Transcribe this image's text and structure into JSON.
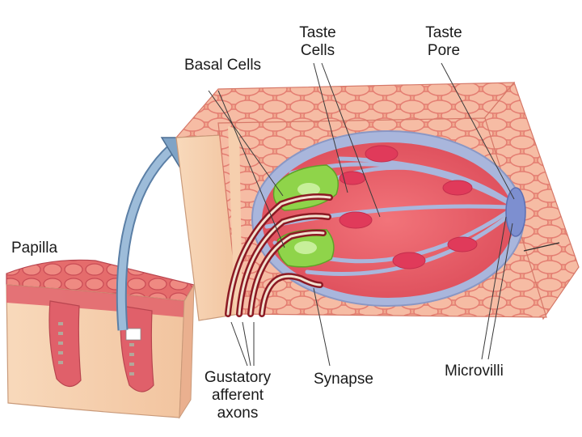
{
  "labels": {
    "papilla": "Papilla",
    "basal_cells": "Basal Cells",
    "taste_cells": "Taste\nCells",
    "taste_pore": "Taste\nPore",
    "gustatory_axons": "Gustatory\nafferent\naxons",
    "synapse": "Synapse",
    "microvilli": "Microvilli"
  },
  "colors": {
    "tissue_red": "#e8646a",
    "tissue_light": "#f4b29a",
    "skin_tan": "#f6d2b0",
    "cell_green": "#8fd44a",
    "sheath_blue": "#a9b6dc",
    "arrow_blue": "#7fa3c6"
  }
}
